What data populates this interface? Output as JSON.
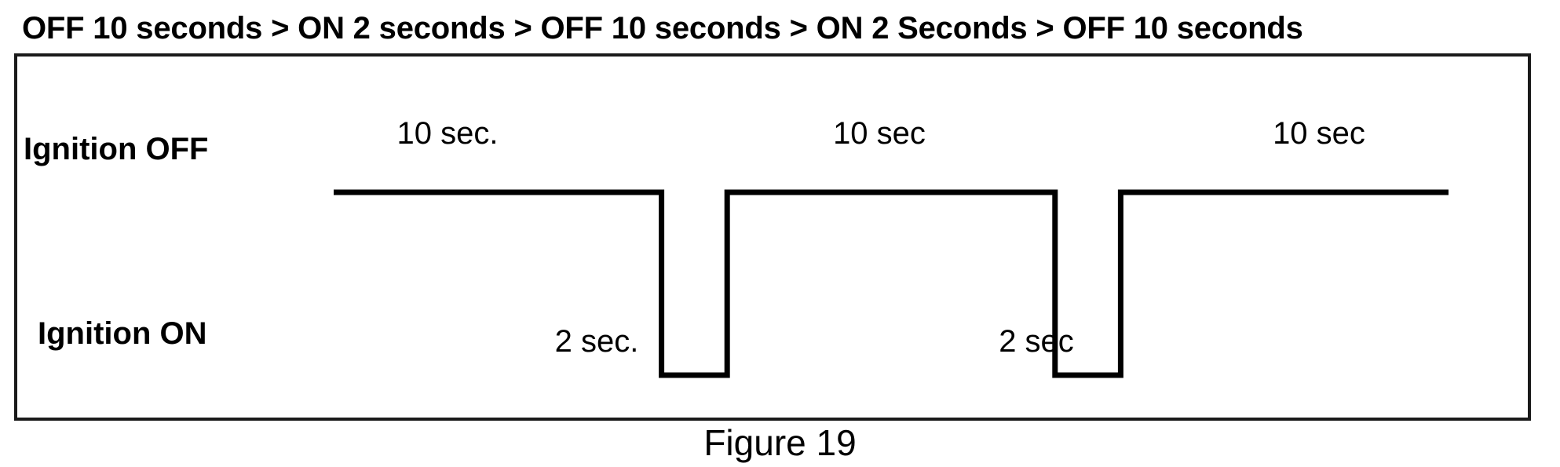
{
  "figure": {
    "sequence_title": "OFF 10 seconds  > ON 2 seconds > OFF 10 seconds > ON 2 Seconds > OFF 10 seconds",
    "caption": "Figure 19",
    "frame_color": "#1a1a1a",
    "waveform_color": "#000000",
    "background_color": "#ffffff"
  },
  "rows": {
    "high_label": "Ignition OFF",
    "low_label": "Ignition ON"
  },
  "durations": {
    "off_1": "10 sec.",
    "on_1": "2 sec.",
    "off_2": "10 sec",
    "on_2": "2 sec",
    "off_3": "10 sec"
  },
  "chart_data": {
    "type": "line",
    "title": "OFF 10 seconds  > ON 2 seconds > OFF 10 seconds > ON 2 Seconds > OFF 10 seconds",
    "subtitle": "Figure 19",
    "xlabel": "",
    "ylabel": "",
    "grid": false,
    "legend": "none",
    "y_states": [
      "Ignition ON",
      "Ignition OFF"
    ],
    "segments": [
      {
        "state": "OFF",
        "label": "10 sec.",
        "duration_seconds": 10,
        "level": "high"
      },
      {
        "state": "ON",
        "label": "2 sec.",
        "duration_seconds": 2,
        "level": "low"
      },
      {
        "state": "OFF",
        "label": "10 sec",
        "duration_seconds": 10,
        "level": "high"
      },
      {
        "state": "ON",
        "label": "2 sec",
        "duration_seconds": 2,
        "level": "low"
      },
      {
        "state": "OFF",
        "label": "10 sec",
        "duration_seconds": 10,
        "level": "high"
      }
    ],
    "x": [
      0,
      10,
      10,
      12,
      12,
      22,
      22,
      24,
      24,
      34
    ],
    "values": [
      1,
      1,
      0,
      0,
      1,
      1,
      0,
      0,
      1,
      1
    ],
    "xlim": [
      0,
      34
    ],
    "ylim": [
      0,
      1
    ],
    "total_duration_seconds": 34
  }
}
